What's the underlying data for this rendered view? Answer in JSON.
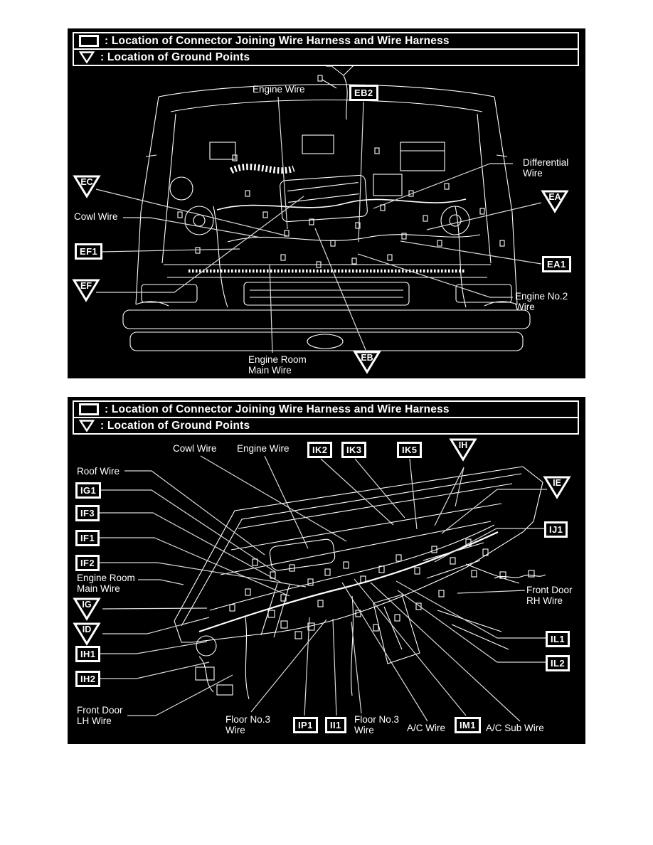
{
  "colors": {
    "page_bg": "#ffffff",
    "panel_bg": "#000000",
    "ink": "#ffffff",
    "leader": "#d9d9d9"
  },
  "legend": {
    "connector_icon": "connector-square-symbol",
    "connector_text": ": Location of Connector Joining Wire Harness and Wire Harness",
    "ground_icon": "ground-triangle-symbol",
    "ground_text": ": Location of Ground Points"
  },
  "panel1": {
    "view": "engine compartment",
    "wires": {
      "engine_wire": "Engine Wire",
      "differential_wire": "Differential\nWire",
      "cowl_wire": "Cowl Wire",
      "engine_no2_wire": "Engine No.2\nWire",
      "engine_room_main_wire": "Engine Room\nMain Wire"
    },
    "connectors": {
      "eb2": "EB2",
      "ef1": "EF1",
      "ea1": "EA1"
    },
    "grounds": {
      "ec": "EC",
      "ea": "EA",
      "ef": "EF",
      "eb": "EB"
    }
  },
  "panel2": {
    "view": "instrument panel",
    "wires": {
      "cowl_wire": "Cowl Wire",
      "engine_wire": "Engine Wire",
      "roof_wire": "Roof Wire",
      "engine_room_main_wire": "Engine Room\nMain Wire",
      "front_door_rh_wire": "Front Door\nRH Wire",
      "front_door_lh_wire": "Front Door\nLH Wire",
      "floor_no3_wire_left": "Floor No.3\nWire",
      "floor_no3_wire_right": "Floor No.3\nWire",
      "ac_wire": "A/C Wire",
      "ac_sub_wire": "A/C Sub Wire"
    },
    "connectors": {
      "ik2": "IK2",
      "ik3": "IK3",
      "ik5": "IK5",
      "ig1": "IG1",
      "if3": "IF3",
      "if1": "IF1",
      "if2": "IF2",
      "ih1": "IH1",
      "ih2": "IH2",
      "ij1": "IJ1",
      "il1": "IL1",
      "il2": "IL2",
      "ip1": "IP1",
      "ii1": "II1",
      "im1": "IM1"
    },
    "grounds": {
      "ih": "IH",
      "ie": "IE",
      "ig": "IG",
      "id": "ID"
    }
  }
}
